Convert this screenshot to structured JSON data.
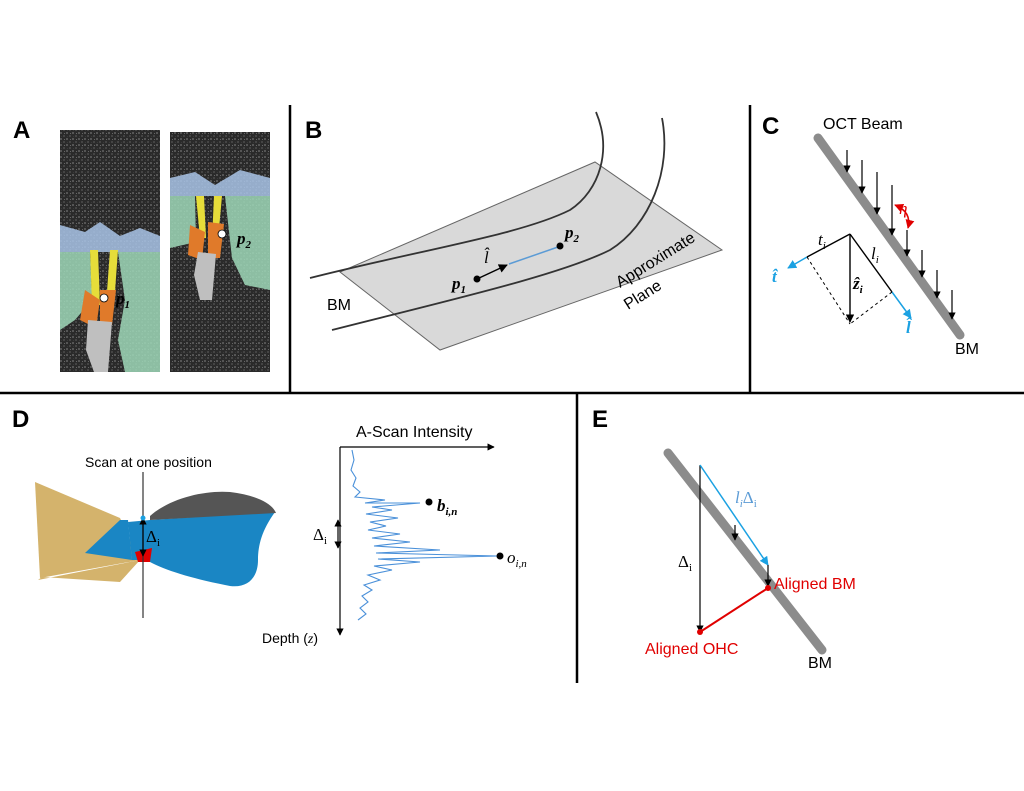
{
  "colors": {
    "cyan": "#1ba1e2",
    "red": "#e00000",
    "blue_region": "#1a86c4",
    "tan": "#d4b36c",
    "gray_plane": "#d9d9d9",
    "gray_rod": "#8c8c8c",
    "dark_gray": "#555555",
    "light_blue_alt": "#5b9bd5"
  },
  "panel_a": {
    "label": "A",
    "point_1": "p",
    "point_1_sub": "1",
    "point_2": "p",
    "point_2_sub": "2"
  },
  "panel_b": {
    "label": "B",
    "bm": "BM",
    "plane_1": "Approximate",
    "plane_2": "Plane",
    "l_hat": "l̂",
    "point_1": "p",
    "point_1_sub": "1",
    "point_2": "p",
    "point_2_sub": "2"
  },
  "panel_c": {
    "label": "C",
    "oct_beam": "OCT Beam",
    "eta": "η",
    "t": "t",
    "t_sub": "i",
    "l": "l",
    "l_sub": "i",
    "z_hat": "ẑ",
    "z_sub": "i",
    "t_hat": "t̂",
    "l_hat": "l̂",
    "bm": "BM"
  },
  "panel_d": {
    "label": "D",
    "scan_label": "Scan at one position",
    "delta": "Δ",
    "delta_sub": "i",
    "intensity_axis": "A-Scan Intensity",
    "depth_axis": "Depth (",
    "depth_var": "z",
    "depth_close": ")",
    "b_label": "b",
    "b_sub": "i,n",
    "o_label": "o",
    "o_sub": "i,n",
    "delta2": "Δ",
    "delta2_sub": "i"
  },
  "panel_e": {
    "label": "E",
    "l_delta": "l",
    "l_delta_sub": "i",
    "l_delta_d": "Δ",
    "l_delta_d_sub": "i",
    "delta": "Δ",
    "delta_sub": "i",
    "aligned_bm": "Aligned BM",
    "aligned_ohc": "Aligned OHC",
    "bm": "BM"
  }
}
